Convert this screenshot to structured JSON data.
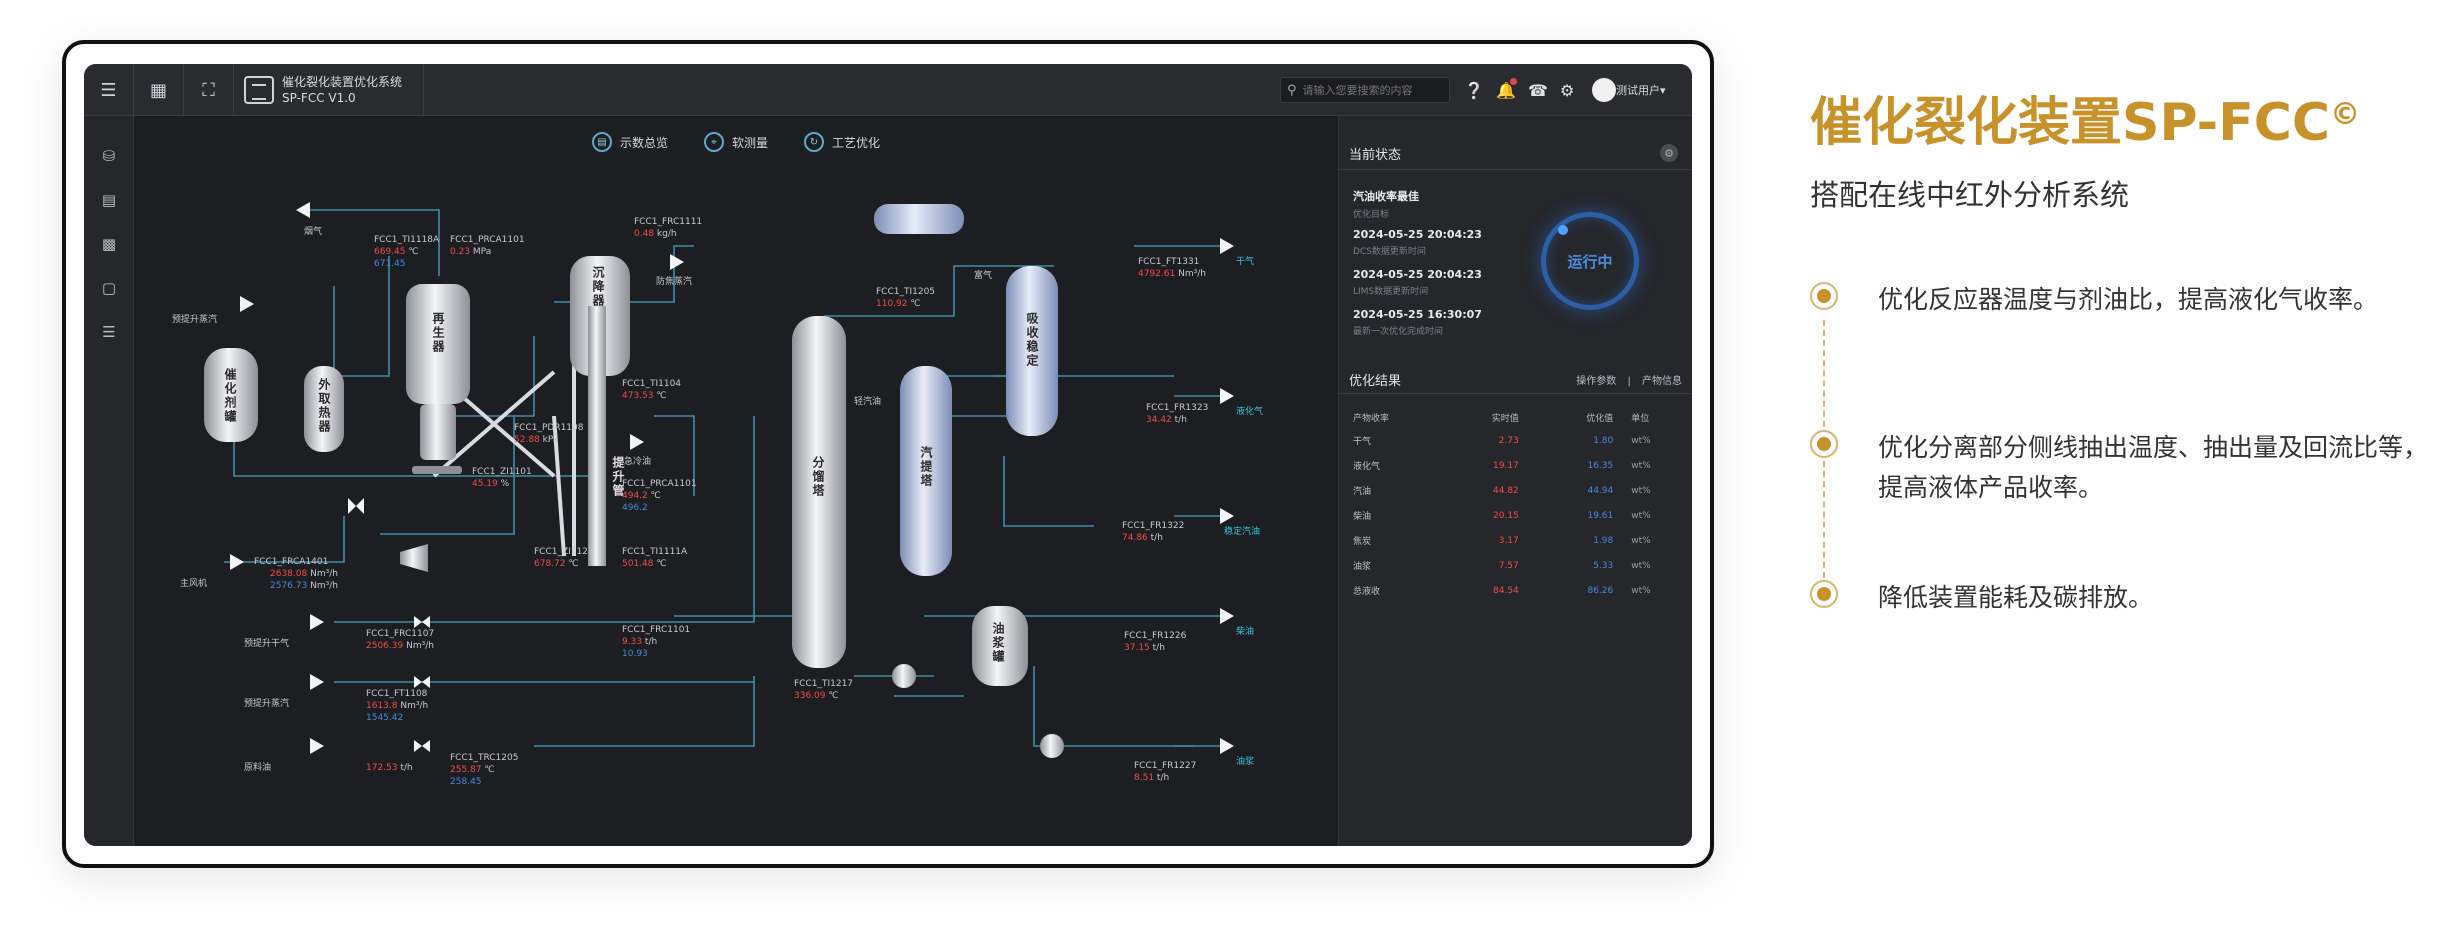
{
  "app": {
    "title_line1": "催化裂化装置优化系统",
    "title_line2": "SP-FCC V1.0",
    "search_placeholder": "请输入您要搜索的内容",
    "user": "测试用户"
  },
  "tabs": [
    {
      "icon": "overview-icon",
      "label": "示数总览"
    },
    {
      "icon": "soft-meter-icon",
      "label": "软测量"
    },
    {
      "icon": "process-opt-icon",
      "label": "工艺优化"
    }
  ],
  "equipment": {
    "catalyst_tank": "催化剂罐",
    "external_cooler": "外取热器",
    "regenerator": "再生器",
    "settler": "沉降器",
    "riser": "提升管",
    "fractionator": "分馏塔",
    "stripper": "汽提塔",
    "absorber": "吸收稳定",
    "oil_tank": "油浆罐"
  },
  "streams": {
    "flue_gas": "烟气",
    "prelift_air": "预提升蒸汽",
    "anti_coking_steam": "防焦蒸汽",
    "emergency_steam": "急冷油",
    "main_air": "主风机",
    "prelift_dry_gas": "预提升干气",
    "prelift_steam": "预提升蒸汽",
    "feed_oil": "原料油",
    "rich_gas": "富气",
    "light_cycle": "轻汽油",
    "dry_gas": "干气",
    "lpg": "液化气",
    "stable_gasoline": "稳定汽油",
    "diesel": "柴油",
    "slurry": "油浆"
  },
  "tags": {
    "ti1118a": {
      "tag": "FCC1_TI1118A",
      "v1": "669.45",
      "v2": "671.45",
      "u": "℃"
    },
    "prca1101": {
      "tag": "FCC1_PRCA1101",
      "v1": "0.23",
      "u": "MPa"
    },
    "frc1111": {
      "tag": "FCC1_FRC1111",
      "v1": "0.48",
      "u": "kg/h"
    },
    "ti1104": {
      "tag": "FCC1_TI1104",
      "v1": "473.53",
      "u": "℃"
    },
    "pdr1108": {
      "tag": "FCC1_PDR1108",
      "v1": "52.88",
      "u": "kPa"
    },
    "zi1101": {
      "tag": "FCC1_ZI1101",
      "v1": "45.19",
      "u": "%"
    },
    "prca1101b": {
      "tag": "FCC1_PRCA1101",
      "v1": "494.2",
      "v2": "496.2",
      "u": "℃"
    },
    "frca1401": {
      "tag": "FCC1_FRCA1401",
      "v1": "2638.08",
      "v2": "2576.73",
      "u": "Nm³/h"
    },
    "ti1127": {
      "tag": "FCC1_ZI1127",
      "v1": "678.72",
      "u": "℃"
    },
    "ti1111a": {
      "tag": "FCC1_TI1111A",
      "v1": "501.48",
      "u": "℃"
    },
    "frc1107": {
      "tag": "FCC1_FRC1107",
      "v1": "2506.39",
      "u": "Nm³/h"
    },
    "frc1101": {
      "tag": "FCC1_FRC1101",
      "v1": "9.33",
      "v2": "10.93",
      "u": "t/h"
    },
    "ft1108": {
      "tag": "FCC1_FT1108",
      "v1": "1613.8",
      "v2": "1545.42",
      "u": "Nm³/h"
    },
    "trc1205": {
      "tag": "FCC1_TRC1205",
      "v1": "255.87",
      "v2": "258.45",
      "u": "℃"
    },
    "feed_rate": {
      "tag": "原料油",
      "v1": "172.53",
      "u": "t/h"
    },
    "ti1205": {
      "tag": "FCC1_TI1205",
      "v1": "110.92",
      "u": "℃"
    },
    "ti1217": {
      "tag": "FCC1_TI1217",
      "v1": "336.09",
      "u": "℃"
    },
    "ft1331": {
      "tag": "FCC1_FT1331",
      "v1": "4792.61",
      "u": "Nm³/h"
    },
    "fr1323": {
      "tag": "FCC1_FR1323",
      "v1": "34.42",
      "u": "t/h"
    },
    "fr1322": {
      "tag": "FCC1_FR1322",
      "v1": "74.86",
      "u": "t/h"
    },
    "fr1226": {
      "tag": "FCC1_FR1226",
      "v1": "37.15",
      "u": "t/h"
    },
    "fr1227": {
      "tag": "FCC1_FR1227",
      "v1": "8.51",
      "u": "t/h"
    }
  },
  "panel": {
    "title": "当前状态",
    "mode_label": "汽油收率最佳",
    "mode_sub": "优化目标",
    "t1": "2024-05-25 20:04:23",
    "t1_sub": "DCS数据更新时间",
    "t2": "2024-05-25 20:04:23",
    "t2_sub": "LIMS数据更新时间",
    "t3": "2024-05-25 16:30:07",
    "t3_sub": "最新一次优化完成时间",
    "status": "运行中",
    "opt_title": "优化结果",
    "link1": "操作参数",
    "link_sep": "|",
    "link2": "产物信息",
    "cols": [
      "产物收率",
      "实时值",
      "优化值",
      "单位"
    ],
    "rows": [
      {
        "name": "干气",
        "actual": "2.73",
        "opt": "1.80",
        "unit": "wt%"
      },
      {
        "name": "液化气",
        "actual": "19.17",
        "opt": "16.35",
        "unit": "wt%"
      },
      {
        "name": "汽油",
        "actual": "44.82",
        "opt": "44.94",
        "unit": "wt%"
      },
      {
        "name": "柴油",
        "actual": "20.15",
        "opt": "19.61",
        "unit": "wt%"
      },
      {
        "name": "焦炭",
        "actual": "3.17",
        "opt": "1.98",
        "unit": "wt%"
      },
      {
        "name": "油浆",
        "actual": "7.57",
        "opt": "5.33",
        "unit": "wt%"
      },
      {
        "name": "总液收",
        "actual": "84.54",
        "opt": "86.26",
        "unit": "wt%"
      }
    ]
  },
  "marketing": {
    "title": "催化裂化装置SP-FCC",
    "title_mark": "©",
    "subtitle": "搭配在线中红外分析系统",
    "bullets": [
      "优化反应器温度与剂油比，提高液化气收率。",
      "优化分离部分侧线抽出温度、抽出量及回流比等，提高液体产品收率。",
      "降低装置能耗及碳排放。"
    ]
  },
  "colors": {
    "accent": "#c8922a",
    "actual": "#ef4b4b",
    "optimized": "#4a86d9"
  }
}
